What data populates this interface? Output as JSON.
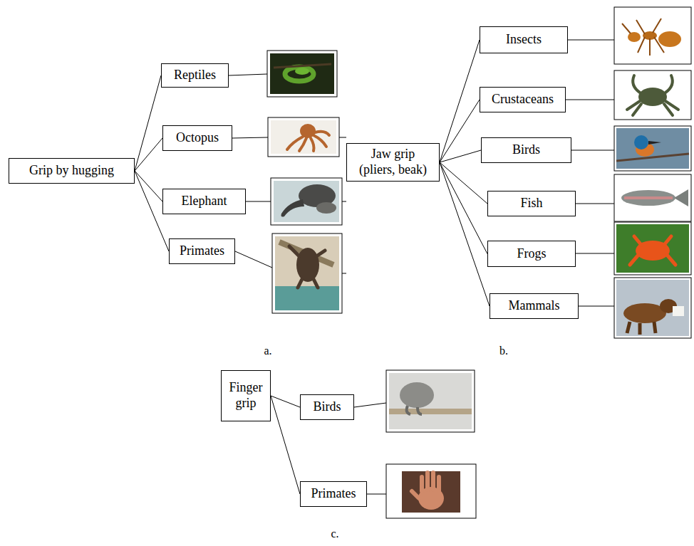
{
  "diagram": {
    "nodes": [
      {
        "text": [
          "Grip by hugging"
        ]
      },
      {
        "text": [
          "Reptiles"
        ]
      },
      {
        "text": [
          "Octopus"
        ]
      },
      {
        "text": [
          "Elephant"
        ]
      },
      {
        "text": [
          "Primates"
        ]
      },
      {
        "text": [
          "Jaw grip (pliers, beak)"
        ]
      },
      {
        "text": [
          "Insects"
        ]
      },
      {
        "text": [
          "Crustaceans"
        ]
      },
      {
        "text": [
          "Birds"
        ]
      },
      {
        "text": [
          "Fish"
        ]
      },
      {
        "text": [
          "Frogs"
        ]
      },
      {
        "text": [
          "Mammals"
        ]
      },
      {
        "text": [
          "Finger grip"
        ]
      },
      {
        "text": [
          "Birds"
        ]
      },
      {
        "text": [
          "Primates"
        ]
      }
    ],
    "edges": [
      {
        "from": 0,
        "to": 1,
        "arrow": "none"
      },
      {
        "from": 0,
        "to": 2,
        "arrow": "none"
      },
      {
        "from": 0,
        "to": 3,
        "arrow": "none"
      },
      {
        "from": 0,
        "to": 4,
        "arrow": "none"
      },
      {
        "from": 5,
        "to": 6,
        "arrow": "none"
      },
      {
        "from": 5,
        "to": 7,
        "arrow": "none"
      },
      {
        "from": 5,
        "to": 8,
        "arrow": "none"
      },
      {
        "from": 5,
        "to": 9,
        "arrow": "none"
      },
      {
        "from": 5,
        "to": 10,
        "arrow": "none"
      },
      {
        "from": 5,
        "to": 11,
        "arrow": "none"
      },
      {
        "from": 12,
        "to": 13,
        "arrow": "none"
      },
      {
        "from": 12,
        "to": 14,
        "arrow": "none"
      }
    ],
    "labels": [
      "a.",
      "b.",
      "c."
    ]
  }
}
